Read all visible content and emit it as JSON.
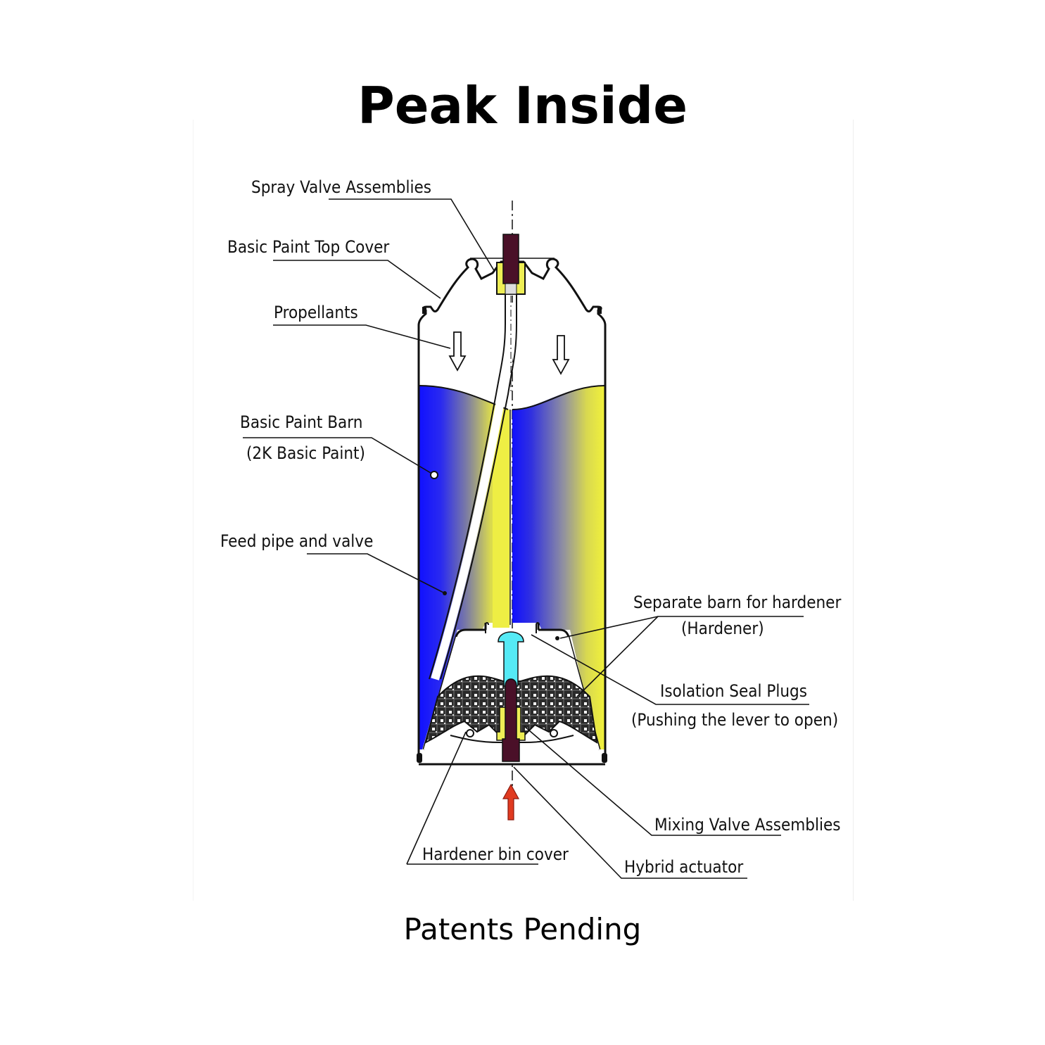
{
  "title": "Peak Inside",
  "footer": "Patents Pending",
  "colors": {
    "paint_blue": "#1a1aff",
    "paint_yellow": "#f2f23a",
    "plug_cyan": "#55eaf5",
    "actuator_maroon": "#4a1028",
    "valve_yellow": "#eeee55",
    "arrow_red": "#e03a20",
    "outline": "#111111"
  },
  "labels": {
    "spray_valve": "Spray Valve Assemblies",
    "top_cover": "Basic Paint Top Cover",
    "propellants": "Propellants",
    "paint_barn": "Basic Paint Barn",
    "paint_barn_sub": "(2K Basic Paint)",
    "feed_pipe": "Feed pipe and valve",
    "hardener_barn": "Separate barn for hardener",
    "hardener_barn_sub": "(Hardener)",
    "seal_plugs": "Isolation Seal Plugs",
    "seal_plugs_sub": "(Pushing the lever to open)",
    "mixing_valve": "Mixing Valve Assemblies",
    "bin_cover": "Hardener bin cover",
    "actuator": "Hybrid actuator"
  }
}
